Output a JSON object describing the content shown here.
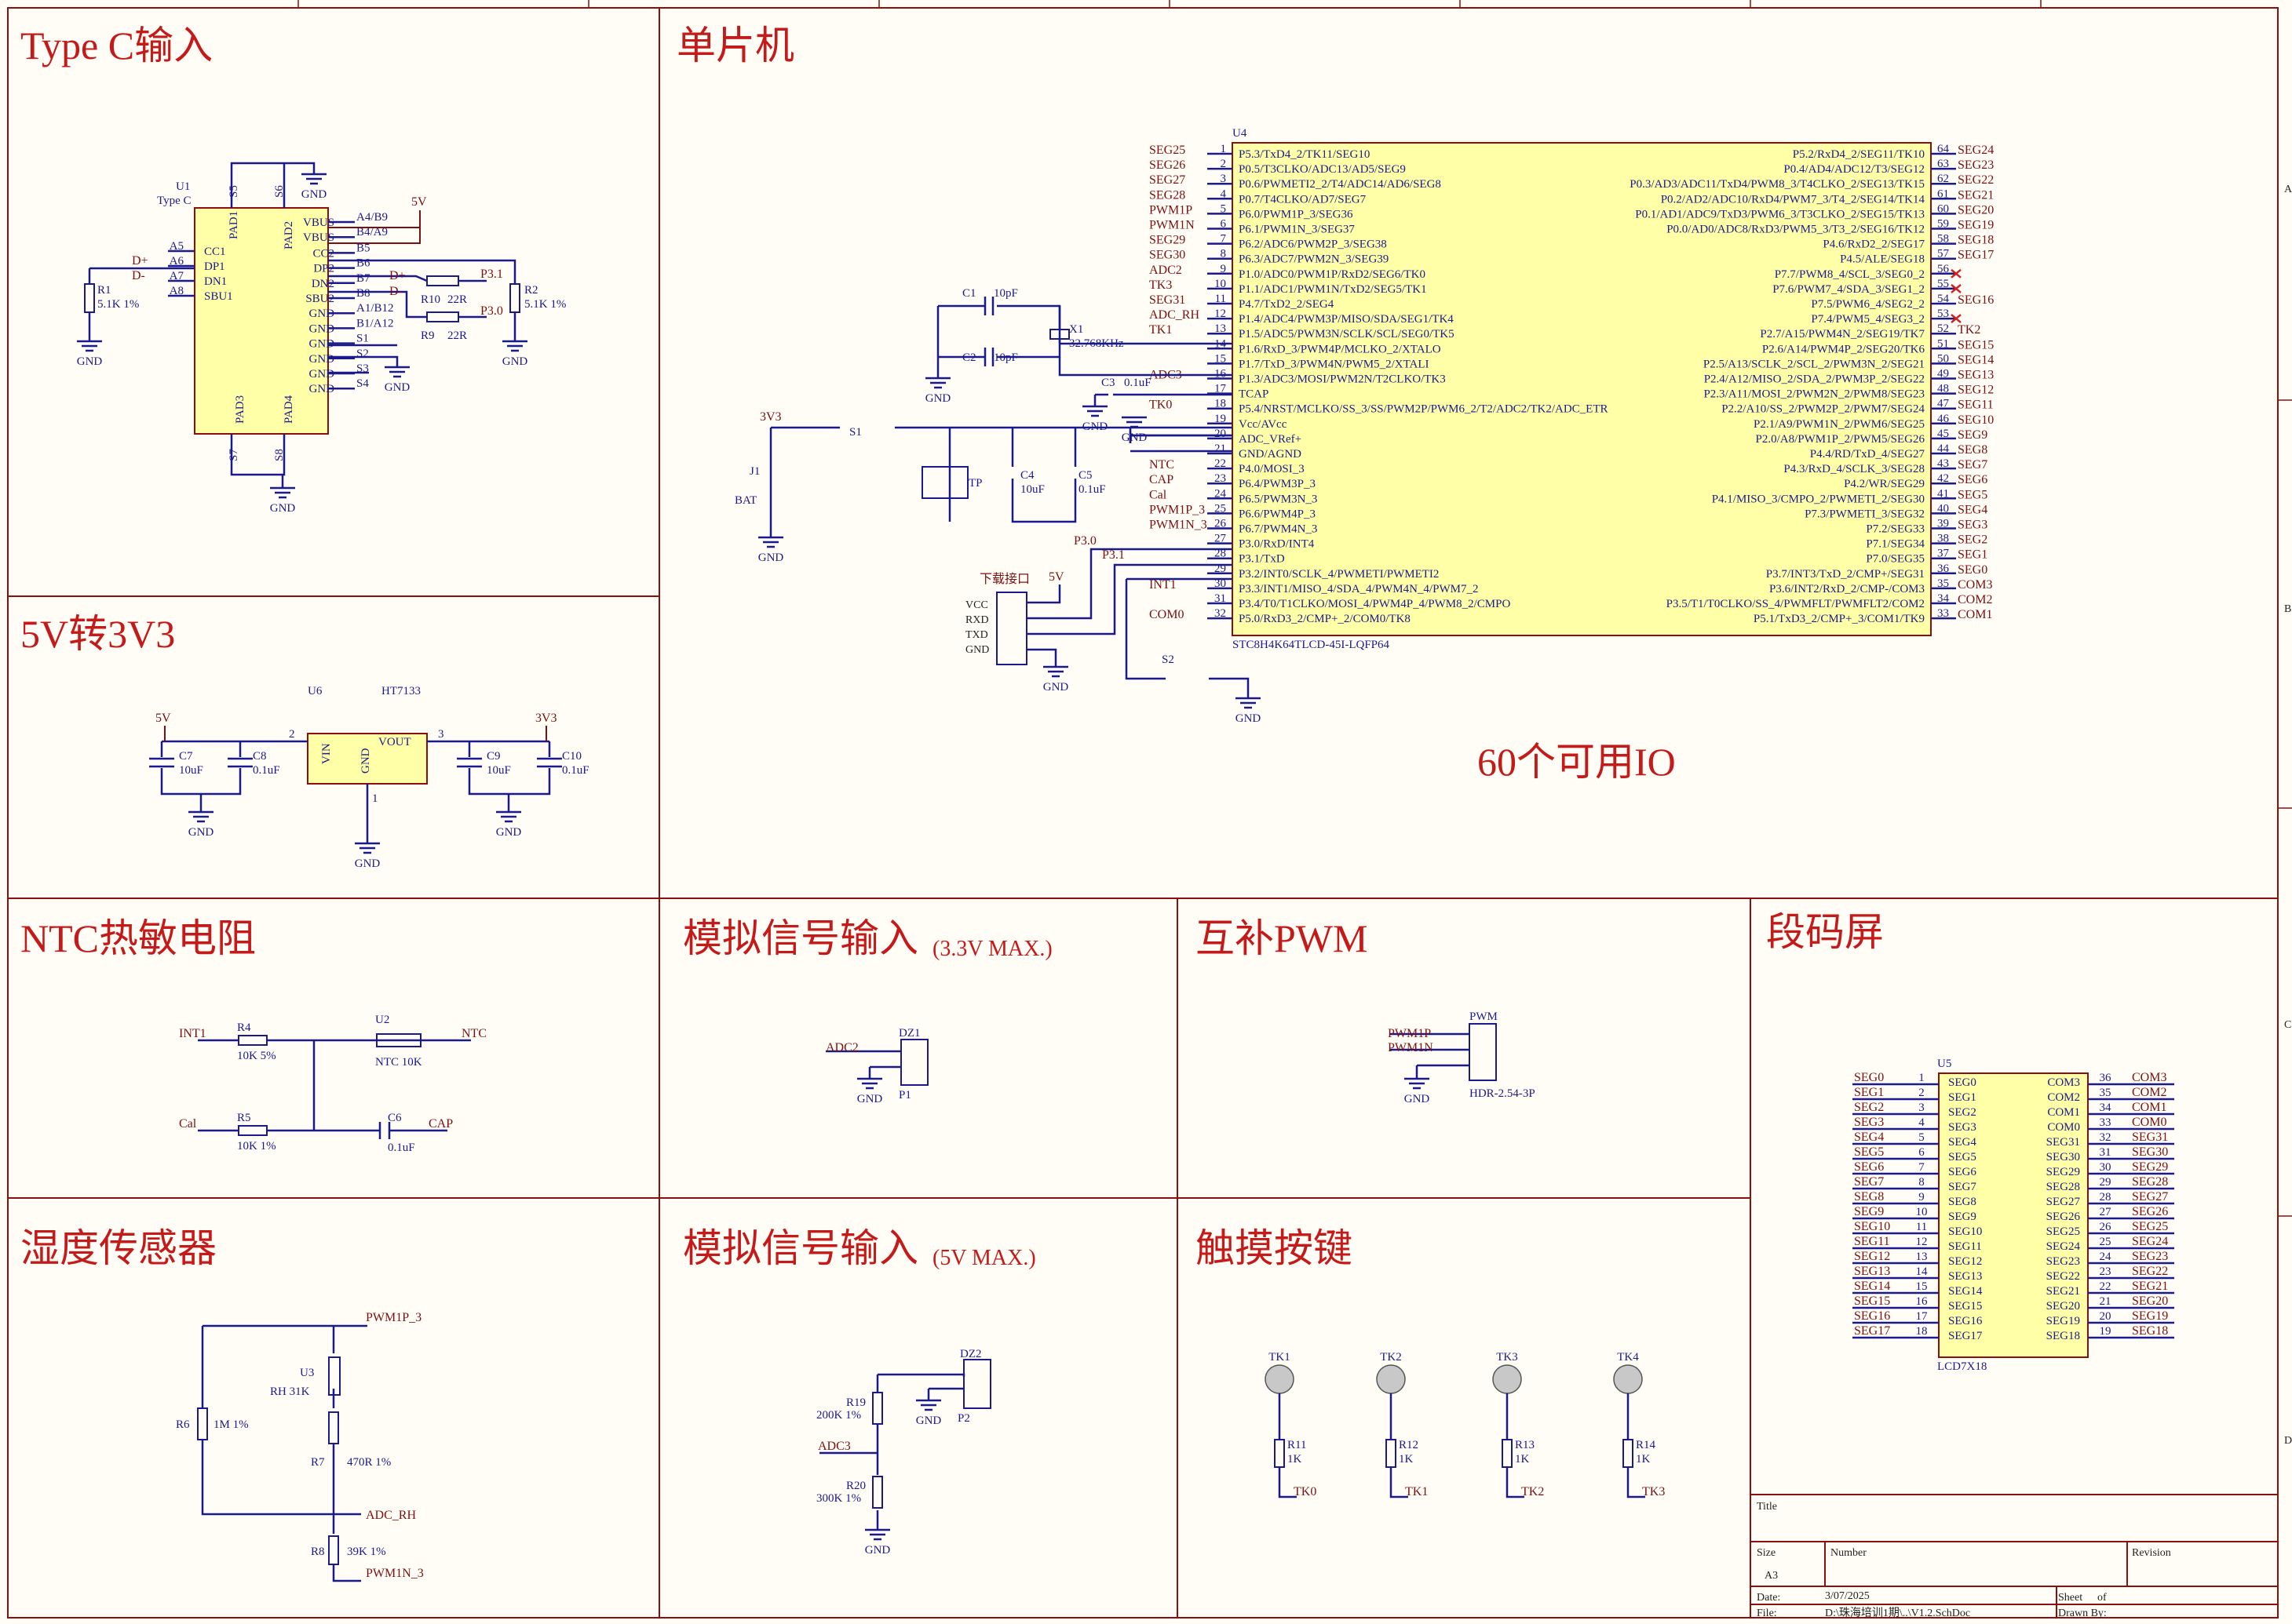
{
  "sections": {
    "typec": "Type C输入",
    "mcu": "单片机",
    "ldo": "5V转3V3",
    "ntc": "NTC热敏电阻",
    "adc1": "模拟信号输入",
    "adc1_note": "(3.3V MAX.)",
    "pwm": "互补PWM",
    "lcd": "段码屏",
    "humidity": "湿度传感器",
    "adc2": "模拟信号输入",
    "adc2_note": "(5V MAX.)",
    "touch": "触摸按键",
    "io_note": "60个可用IO"
  },
  "mcu": {
    "ref": "U4",
    "part": "STC8H4K64TLCD-45I-LQFP64",
    "left_pins": [
      {
        "net": "SEG25",
        "num": "1",
        "name": "P5.3/TxD4_2/TK11/SEG10"
      },
      {
        "net": "SEG26",
        "num": "2",
        "name": "P0.5/T3CLKO/ADC13/AD5/SEG9"
      },
      {
        "net": "SEG27",
        "num": "3",
        "name": "P0.6/PWMETI2_2/T4/ADC14/AD6/SEG8"
      },
      {
        "net": "SEG28",
        "num": "4",
        "name": "P0.7/T4CLKO/AD7/SEG7"
      },
      {
        "net": "PWM1P",
        "num": "5",
        "name": "P6.0/PWM1P_3/SEG36"
      },
      {
        "net": "PWM1N",
        "num": "6",
        "name": "P6.1/PWM1N_3/SEG37"
      },
      {
        "net": "SEG29",
        "num": "7",
        "name": "P6.2/ADC6/PWM2P_3/SEG38"
      },
      {
        "net": "SEG30",
        "num": "8",
        "name": "P6.3/ADC7/PWM2N_3/SEG39"
      },
      {
        "net": "ADC2",
        "num": "9",
        "name": "P1.0/ADC0/PWM1P/RxD2/SEG6/TK0"
      },
      {
        "net": "TK3",
        "num": "10",
        "name": "P1.1/ADC1/PWM1N/TxD2/SEG5/TK1"
      },
      {
        "net": "SEG31",
        "num": "11",
        "name": "P4.7/TxD2_2/SEG4"
      },
      {
        "net": "ADC_RH",
        "num": "12",
        "name": "P1.4/ADC4/PWM3P/MISO/SDA/SEG1/TK4"
      },
      {
        "net": "TK1",
        "num": "13",
        "name": "P1.5/ADC5/PWM3N/SCLK/SCL/SEG0/TK5"
      },
      {
        "net": "",
        "num": "14",
        "name": "P1.6/RxD_3/PWM4P/MCLKO_2/XTALO"
      },
      {
        "net": "",
        "num": "15",
        "name": "P1.7/TxD_3/PWM4N/PWM5_2/XTALI"
      },
      {
        "net": "ADC3",
        "num": "16",
        "name": "P1.3/ADC3/MOSI/PWM2N/T2CLKO/TK3"
      },
      {
        "net": "",
        "num": "17",
        "name": "TCAP"
      },
      {
        "net": "TK0",
        "num": "18",
        "name": "P5.4/NRST/MCLKO/SS_3/SS/PWM2P/PWM6_2/T2/ADC2/TK2/ADC_ETR"
      },
      {
        "net": "",
        "num": "19",
        "name": "Vcc/AVcc"
      },
      {
        "net": "",
        "num": "20",
        "name": "ADC_VRef+"
      },
      {
        "net": "",
        "num": "21",
        "name": "GND/AGND"
      },
      {
        "net": "NTC",
        "num": "22",
        "name": "P4.0/MOSI_3"
      },
      {
        "net": "CAP",
        "num": "23",
        "name": "P6.4/PWM3P_3"
      },
      {
        "net": "Cal",
        "num": "24",
        "name": "P6.5/PWM3N_3"
      },
      {
        "net": "PWM1P_3",
        "num": "25",
        "name": "P6.6/PWM4P_3"
      },
      {
        "net": "PWM1N_3",
        "num": "26",
        "name": "P6.7/PWM4N_3"
      },
      {
        "net": "",
        "num": "27",
        "name": "P3.0/RxD/INT4"
      },
      {
        "net": "",
        "num": "28",
        "name": "P3.1/TxD"
      },
      {
        "net": "",
        "num": "29",
        "name": "P3.2/INT0/SCLK_4/PWMETI/PWMETI2"
      },
      {
        "net": "INT1",
        "num": "30",
        "name": "P3.3/INT1/MISO_4/SDA_4/PWM4N_4/PWM7_2"
      },
      {
        "net": "",
        "num": "31",
        "name": "P3.4/T0/T1CLKO/MOSI_4/PWM4P_4/PWM8_2/CMPO"
      },
      {
        "net": "COM0",
        "num": "32",
        "name": "P5.0/RxD3_2/CMP+_2/COM0/TK8"
      }
    ],
    "right_pins": [
      {
        "net": "SEG24",
        "num": "64",
        "name": "P5.2/RxD4_2/SEG11/TK10"
      },
      {
        "net": "SEG23",
        "num": "63",
        "name": "P0.4/AD4/ADC12/T3/SEG12"
      },
      {
        "net": "SEG22",
        "num": "62",
        "name": "P0.3/AD3/ADC11/TxD4/PWM8_3/T4CLKO_2/SEG13/TK15"
      },
      {
        "net": "SEG21",
        "num": "61",
        "name": "P0.2/AD2/ADC10/RxD4/PWM7_3/T4_2/SEG14/TK14"
      },
      {
        "net": "SEG20",
        "num": "60",
        "name": "P0.1/AD1/ADC9/TxD3/PWM6_3/T3CLKO_2/SEG15/TK13"
      },
      {
        "net": "SEG19",
        "num": "59",
        "name": "P0.0/AD0/ADC8/RxD3/PWM5_3/T3_2/SEG16/TK12"
      },
      {
        "net": "SEG18",
        "num": "58",
        "name": "P4.6/RxD2_2/SEG17"
      },
      {
        "net": "SEG17",
        "num": "57",
        "name": "P4.5/ALE/SEG18"
      },
      {
        "net": "",
        "num": "56",
        "name": "P7.7/PWM8_4/SCL_3/SEG0_2"
      },
      {
        "net": "",
        "num": "55",
        "name": "P7.6/PWM7_4/SDA_3/SEG1_2"
      },
      {
        "net": "SEG16",
        "num": "54",
        "name": "P7.5/PWM6_4/SEG2_2"
      },
      {
        "net": "",
        "num": "53",
        "name": "P7.4/PWM5_4/SEG3_2"
      },
      {
        "net": "TK2",
        "num": "52",
        "name": "P2.7/A15/PWM4N_2/SEG19/TK7"
      },
      {
        "net": "SEG15",
        "num": "51",
        "name": "P2.6/A14/PWM4P_2/SEG20/TK6"
      },
      {
        "net": "SEG14",
        "num": "50",
        "name": "P2.5/A13/SCLK_2/SCL_2/PWM3N_2/SEG21"
      },
      {
        "net": "SEG13",
        "num": "49",
        "name": "P2.4/A12/MISO_2/SDA_2/PWM3P_2/SEG22"
      },
      {
        "net": "SEG12",
        "num": "48",
        "name": "P2.3/A11/MOSI_2/PWM2N_2/PWM8/SEG23"
      },
      {
        "net": "SEG11",
        "num": "47",
        "name": "P2.2/A10/SS_2/PWM2P_2/PWM7/SEG24"
      },
      {
        "net": "SEG10",
        "num": "46",
        "name": "P2.1/A9/PWM1N_2/PWM6/SEG25"
      },
      {
        "net": "SEG9",
        "num": "45",
        "name": "P2.0/A8/PWM1P_2/PWM5/SEG26"
      },
      {
        "net": "SEG8",
        "num": "44",
        "name": "P4.4/RD/TxD_4/SEG27"
      },
      {
        "net": "SEG7",
        "num": "43",
        "name": "P4.3/RxD_4/SCLK_3/SEG28"
      },
      {
        "net": "SEG6",
        "num": "42",
        "name": "P4.2/WR/SEG29"
      },
      {
        "net": "SEG5",
        "num": "41",
        "name": "P4.1/MISO_3/CMPO_2/PWMETI_2/SEG30"
      },
      {
        "net": "SEG4",
        "num": "40",
        "name": "P7.3/PWMETI_3/SEG32"
      },
      {
        "net": "SEG3",
        "num": "39",
        "name": "P7.2/SEG33"
      },
      {
        "net": "SEG2",
        "num": "38",
        "name": "P7.1/SEG34"
      },
      {
        "net": "SEG1",
        "num": "37",
        "name": "P7.0/SEG35"
      },
      {
        "net": "SEG0",
        "num": "36",
        "name": "P3.7/INT3/TxD_2/CMP+/SEG31"
      },
      {
        "net": "COM3",
        "num": "35",
        "name": "P3.6/INT2/RxD_2/CMP-/COM3"
      },
      {
        "net": "COM2",
        "num": "34",
        "name": "P3.5/T1/T0CLKO/SS_4/PWMFLT/PWMFLT2/COM2"
      },
      {
        "net": "COM1",
        "num": "33",
        "name": "P5.1/TxD3_2/CMP+_3/COM1/TK9"
      }
    ],
    "x1": {
      "ref": "X1",
      "value": "32.768KHz"
    },
    "c1": {
      "ref": "C1",
      "value": "10pF"
    },
    "c2": {
      "ref": "C2",
      "value": "10pF"
    },
    "c3": {
      "ref": "C3",
      "value": "0.1uF"
    },
    "c4": {
      "ref": "C4",
      "value": "10uF"
    },
    "c5": {
      "ref": "C5",
      "value": "0.1uF"
    },
    "j1": {
      "ref": "J1",
      "value": "BAT"
    },
    "s1": "S1",
    "s2": "S2",
    "tp": "TP",
    "download_label": "下载接口",
    "download_pins": [
      "VCC",
      "RXD",
      "TXD",
      "GND"
    ],
    "net_3v3": "3V3",
    "net_5v": "5V",
    "net_p30": "P3.0",
    "net_p31": "P3.1",
    "gnd": "GND"
  },
  "typec": {
    "ref": "U1",
    "value": "Type C",
    "left_pins": [
      [
        "A5",
        "CC1"
      ],
      [
        "A6",
        "DP1"
      ],
      [
        "A7",
        "DN1"
      ],
      [
        "A8",
        "SBU1"
      ]
    ],
    "right_pins": [
      [
        "A4/B9",
        "VBUS"
      ],
      [
        "B4/A9",
        "VBUS"
      ],
      [
        "B5",
        "CC2"
      ],
      [
        "B6",
        "DP2"
      ],
      [
        "B7",
        "DN2"
      ],
      [
        "B8",
        "SBU2"
      ],
      [
        "A1/B12",
        "GND"
      ],
      [
        "B1/A12",
        "GND"
      ],
      [
        "S1",
        "GND"
      ],
      [
        "S2",
        "GND"
      ],
      [
        "S3",
        "GND"
      ],
      [
        "S4",
        "GND"
      ]
    ],
    "pads": [
      "PAD1",
      "PAD2",
      "PAD3",
      "PAD4"
    ],
    "shell": [
      "S5",
      "S6",
      "S7",
      "S8"
    ],
    "r1": {
      "ref": "R1",
      "value": "5.1K 1%"
    },
    "r2": {
      "ref": "R2",
      "value": "5.1K 1%"
    },
    "r9": {
      "ref": "R9",
      "value": "22R"
    },
    "r10": {
      "ref": "R10",
      "value": "22R"
    },
    "nets": {
      "dp": "D+",
      "dn": "D-",
      "p31": "P3.1",
      "p30": "P3.0",
      "v5": "5V"
    }
  },
  "ldo": {
    "ref": "U6",
    "part": "HT7133",
    "pins": {
      "vin": "VIN",
      "vout": "VOUT",
      "gnd": "GND",
      "n1": "1",
      "n2": "2",
      "n3": "3"
    },
    "c7": {
      "ref": "C7",
      "value": "10uF"
    },
    "c8": {
      "ref": "C8",
      "value": "0.1uF"
    },
    "c9": {
      "ref": "C9",
      "value": "10uF"
    },
    "c10": {
      "ref": "C10",
      "value": "0.1uF"
    }
  },
  "ntc": {
    "r4": {
      "ref": "R4",
      "value": "10K 5%"
    },
    "r5": {
      "ref": "R5",
      "value": "10K 1%"
    },
    "u2": {
      "ref": "U2",
      "value": "NTC 10K"
    },
    "c6": {
      "ref": "C6",
      "value": "0.1uF"
    },
    "nets": {
      "int1": "INT1",
      "ntc": "NTC",
      "cal": "Cal",
      "cap": "CAP"
    }
  },
  "adc1": {
    "net": "ADC2",
    "ref": "DZ1",
    "conn": "P1"
  },
  "pwm": {
    "ref": "PWM",
    "part": "HDR-2.54-3P",
    "nets": [
      "PWM1P",
      "PWM1N"
    ]
  },
  "humidity": {
    "u3": {
      "ref": "U3",
      "value": "RH 31K"
    },
    "r6": {
      "ref": "R6",
      "value": "1M 1%"
    },
    "r7": {
      "ref": "R7",
      "value": "470R 1%"
    },
    "r8": {
      "ref": "R8",
      "value": "39K 1%"
    },
    "nets": {
      "p": "PWM1P_3",
      "adc": "ADC_RH",
      "n": "PWM1N_3"
    }
  },
  "adc2": {
    "net": "ADC3",
    "ref": "DZ2",
    "conn": "P2",
    "r19": {
      "ref": "R19",
      "value": "200K 1%"
    },
    "r20": {
      "ref": "R20",
      "value": "300K 1%"
    }
  },
  "touch": [
    {
      "pad": "TK1",
      "ref": "R11",
      "value": "1K",
      "net": "TK0"
    },
    {
      "pad": "TK2",
      "ref": "R12",
      "value": "1K",
      "net": "TK1"
    },
    {
      "pad": "TK3",
      "ref": "R13",
      "value": "1K",
      "net": "TK2"
    },
    {
      "pad": "TK4",
      "ref": "R14",
      "value": "1K",
      "net": "TK3"
    }
  ],
  "lcd": {
    "ref": "U5",
    "part": "LCD7X18",
    "left": [
      [
        "SEG0",
        "1"
      ],
      [
        "SEG1",
        "2"
      ],
      [
        "SEG2",
        "3"
      ],
      [
        "SEG3",
        "4"
      ],
      [
        "SEG4",
        "5"
      ],
      [
        "SEG5",
        "6"
      ],
      [
        "SEG6",
        "7"
      ],
      [
        "SEG7",
        "8"
      ],
      [
        "SEG8",
        "9"
      ],
      [
        "SEG9",
        "10"
      ],
      [
        "SEG10",
        "11"
      ],
      [
        "SEG11",
        "12"
      ],
      [
        "SEG12",
        "13"
      ],
      [
        "SEG13",
        "14"
      ],
      [
        "SEG14",
        "15"
      ],
      [
        "SEG15",
        "16"
      ],
      [
        "SEG16",
        "17"
      ],
      [
        "SEG17",
        "18"
      ]
    ],
    "left_inner": [
      "SEG0",
      "SEG1",
      "SEG2",
      "SEG3",
      "SEG4",
      "SEG5",
      "SEG6",
      "SEG7",
      "SEG8",
      "SEG9",
      "SEG10",
      "SEG11",
      "SEG12",
      "SEG13",
      "SEG14",
      "SEG15",
      "SEG16",
      "SEG17"
    ],
    "right_inner": [
      "COM3",
      "COM2",
      "COM1",
      "COM0",
      "SEG31",
      "SEG30",
      "SEG29",
      "SEG28",
      "SEG27",
      "SEG26",
      "SEG25",
      "SEG24",
      "SEG23",
      "SEG22",
      "SEG21",
      "SEG20",
      "SEG19",
      "SEG18"
    ],
    "right": [
      [
        "36",
        "COM3"
      ],
      [
        "35",
        "COM2"
      ],
      [
        "34",
        "COM1"
      ],
      [
        "33",
        "COM0"
      ],
      [
        "32",
        "SEG31"
      ],
      [
        "31",
        "SEG30"
      ],
      [
        "30",
        "SEG29"
      ],
      [
        "29",
        "SEG28"
      ],
      [
        "28",
        "SEG27"
      ],
      [
        "27",
        "SEG26"
      ],
      [
        "26",
        "SEG25"
      ],
      [
        "25",
        "SEG24"
      ],
      [
        "24",
        "SEG23"
      ],
      [
        "23",
        "SEG22"
      ],
      [
        "22",
        "SEG21"
      ],
      [
        "21",
        "SEG20"
      ],
      [
        "20",
        "SEG19"
      ],
      [
        "19",
        "SEG18"
      ]
    ]
  },
  "title_block": {
    "title_label": "Title",
    "size_label": "Size",
    "size": "A3",
    "number_label": "Number",
    "revision_label": "Revision",
    "date_label": "Date:",
    "date": "3/07/2025",
    "file_label": "File:",
    "file": "D:\\珠海培训1期\\..\\V1.2.SchDoc",
    "sheet_label": "Sheet",
    "of_label": "of",
    "drawn_label": "Drawn By:"
  },
  "border_marks": {
    "right": [
      "A",
      "B",
      "C",
      "D"
    ]
  }
}
